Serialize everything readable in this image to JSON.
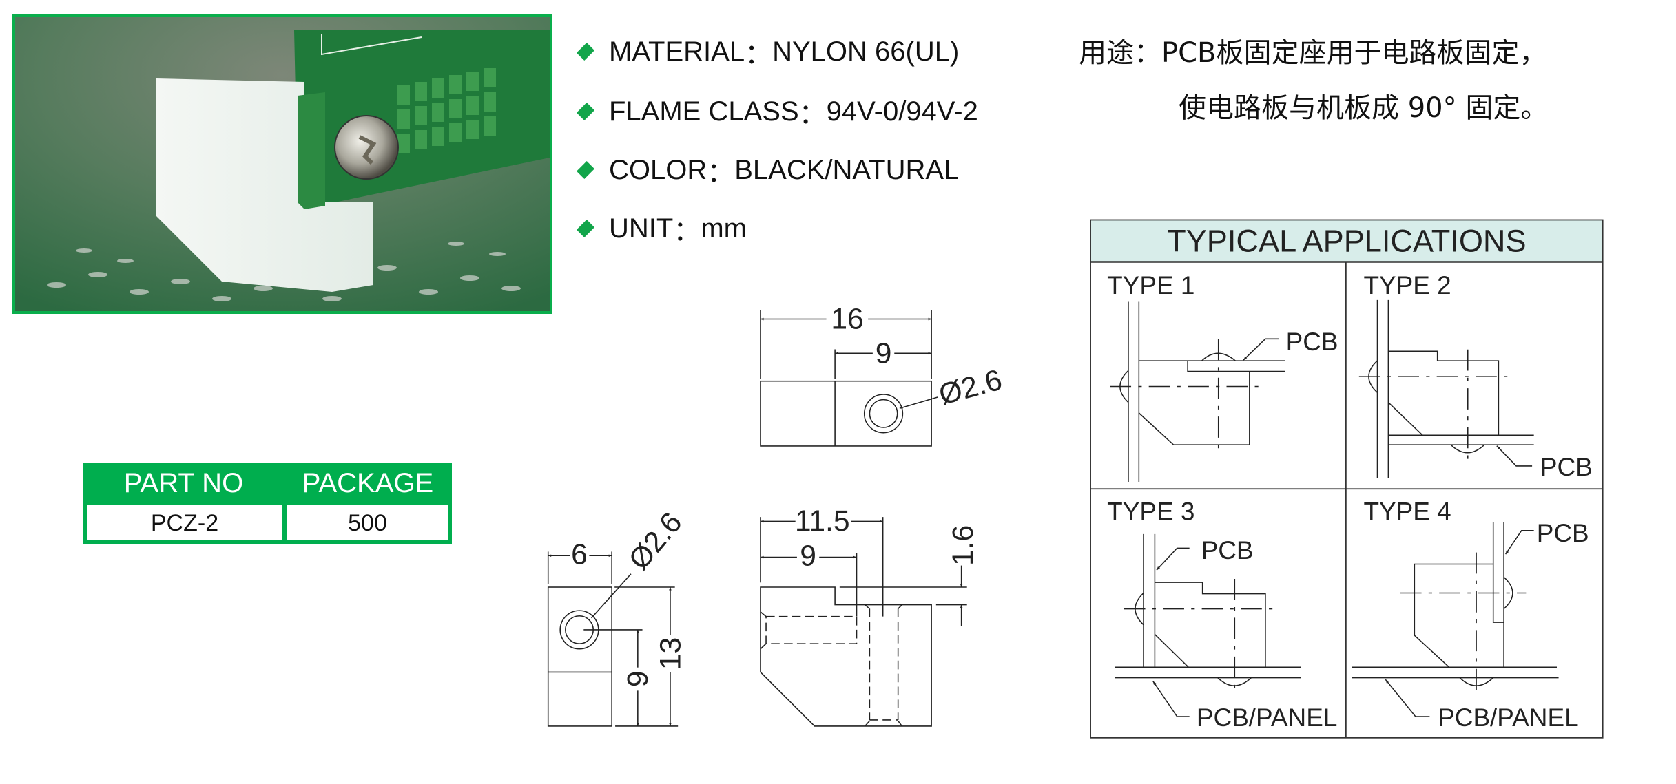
{
  "specs": [
    {
      "label": "MATERIAL",
      "sep": "：",
      "value": "NYLON 66(UL)"
    },
    {
      "label": "FLAME CLASS",
      "sep": "：",
      "value": "94V-0/94V-2"
    },
    {
      "label": "COLOR",
      "sep": "：",
      "value": "BLACK/NATURAL"
    },
    {
      "label": "UNIT",
      "sep": "：",
      "value": "mm"
    }
  ],
  "usage": {
    "line1": "用途：PCB板固定座用于电路板固定，",
    "line2": "使电路板与机板成 90° 固定。"
  },
  "part_table": {
    "headers": [
      "PART NO",
      "PACKAGE"
    ],
    "row": [
      "PCZ-2",
      "500"
    ]
  },
  "dimensions": {
    "top_view": {
      "overall": "16",
      "hole_offset": "9",
      "hole_dia": "Ø2.6"
    },
    "side_view": {
      "width": "6",
      "hole_dia": "Ø2.6",
      "height": "13",
      "hole_height": "9"
    },
    "front_view": {
      "length": "11.5",
      "hole_depth": "9",
      "step": "1.6"
    }
  },
  "applications": {
    "title": "TYPICAL  APPLICATIONS",
    "types": [
      {
        "name": "TYPE  1",
        "labels": [
          "PCB"
        ]
      },
      {
        "name": "TYPE  2",
        "labels": [
          "PCB"
        ]
      },
      {
        "name": "TYPE  3",
        "labels": [
          "PCB",
          "PCB/PANEL"
        ]
      },
      {
        "name": "TYPE  4",
        "labels": [
          "PCB",
          "PCB/PANEL"
        ]
      }
    ]
  },
  "colors": {
    "brand_green": "#00ae4e",
    "header_fill": "#d8edea",
    "bullet": "#12a54a"
  }
}
